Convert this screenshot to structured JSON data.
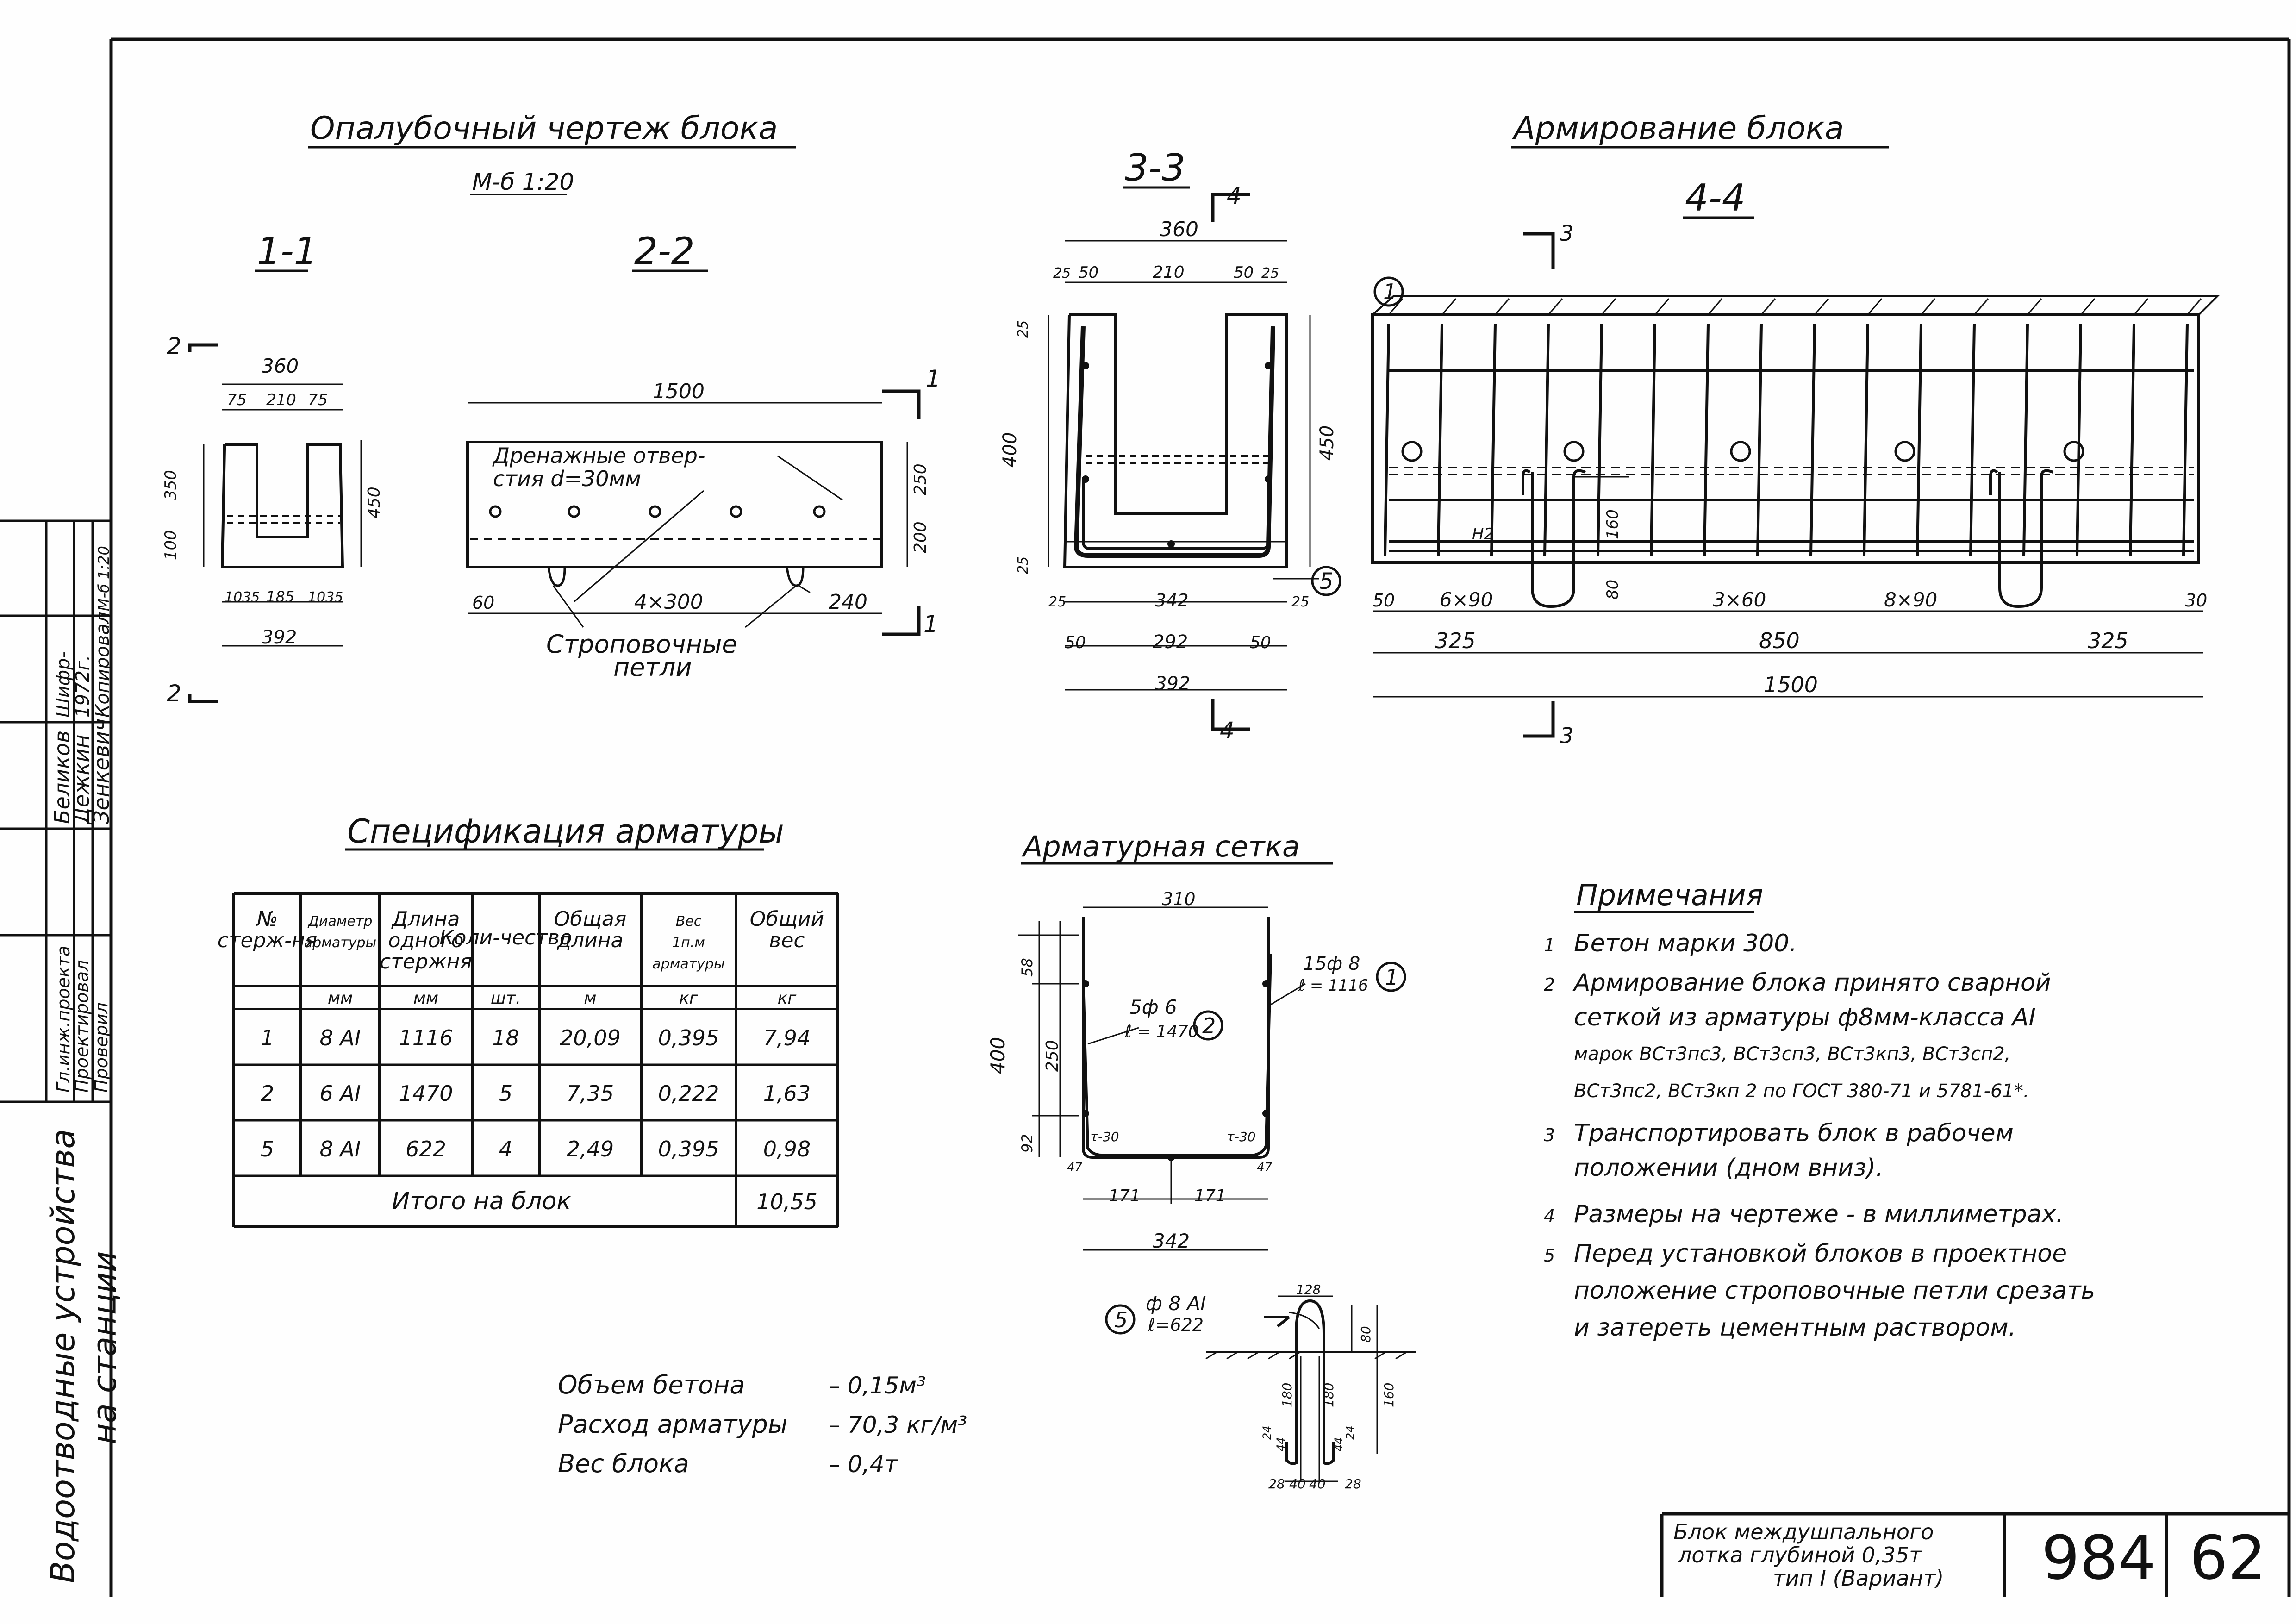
{
  "formwork": {
    "title": "Опалубочный чертеж блока",
    "scale": "М-б 1:20",
    "sec11": "1-1",
    "sec22": "2-2",
    "cut1": "1",
    "cut2": "2",
    "drain_note_1": "Дренажные отвер-",
    "drain_note_2": "стия  d=30мм",
    "loops_1": "Строповочные",
    "loops_2": "петли",
    "s11_dims": [
      "360",
      "75",
      "210",
      "75",
      "350",
      "100",
      "450",
      "1035",
      "185",
      "1035",
      "392"
    ],
    "s22_dims": [
      "1500",
      "250",
      "200",
      "60",
      "4×300",
      "240"
    ]
  },
  "reinforcement": {
    "title": "Армирование блока",
    "sec33": "3-3",
    "sec44": "4-4",
    "cut3": "3",
    "cut4": "4",
    "s33_dims": [
      "360",
      "25",
      "50",
      "210",
      "50",
      "25",
      "25",
      "400",
      "25",
      "450",
      "25",
      "342",
      "25",
      "50",
      "292",
      "50",
      "392"
    ],
    "s44_dims": [
      "50",
      "6×90",
      "3×60",
      "8×90",
      "30",
      "325",
      "850",
      "325",
      "1500",
      "160",
      "80",
      "Н2"
    ],
    "marker_1": "1",
    "marker_5": "5"
  },
  "mesh": {
    "title": "Арматурная сетка",
    "dims": [
      "310",
      "58",
      "250",
      "400",
      "92",
      "171",
      "171",
      "342",
      "τ-30",
      "τ-30",
      "47",
      "47"
    ],
    "bar1": "15ф 8",
    "bar1_len": "ℓ = 1116",
    "bar2": "5ф 6",
    "bar2_len": "ℓ = 1470",
    "m1": "1",
    "m2": "2",
    "loop_label": "ф 8 АI",
    "loop_len": "ℓ=622",
    "m5": "5",
    "loop_dims": [
      "128",
      "80",
      "160",
      "180",
      "180",
      "24",
      "44",
      "44",
      "24",
      "28",
      "40",
      "40",
      "28"
    ]
  },
  "spec": {
    "title": "Спецификация арматуры",
    "headers": [
      "№ стерж-ня",
      "Диаметр арматуры",
      "Длина одного стержня",
      "Коли-чество",
      "Общая длина",
      "Вес 1п.м арматуры",
      "Общий вес"
    ],
    "units": [
      "",
      "мм",
      "мм",
      "шт.",
      "м",
      "кг",
      "кг"
    ],
    "rows": [
      [
        "1",
        "8 АI",
        "1116",
        "18",
        "20,09",
        "0,395",
        "7,94"
      ],
      [
        "2",
        "6 АI",
        "1470",
        "5",
        "7,35",
        "0,222",
        "1,63"
      ],
      [
        "5",
        "8 АI",
        "622",
        "4",
        "2,49",
        "0,395",
        "0,98"
      ]
    ],
    "total_label": "Итого на блок",
    "total_value": "10,55"
  },
  "summary": [
    {
      "label": "Объем бетона",
      "value": "– 0,15м³"
    },
    {
      "label": "Расход арматуры",
      "value": "– 70,3 кг/м³"
    },
    {
      "label": "Вес блока",
      "value": "– 0,4т"
    }
  ],
  "notes": {
    "title": "Примечания",
    "items": [
      [
        "1",
        "Бетон марки 300."
      ],
      [
        "2",
        "Армирование блока принято сварной"
      ],
      [
        "",
        "сеткой из арматуры ф8мм-класса АI"
      ],
      [
        "",
        "марок ВСт3пс3, ВСт3сп3, ВСт3кп3, ВСт3сп2,"
      ],
      [
        "",
        "ВСт3пс2, ВСт3кп 2 по ГОСТ 380-71 и 5781-61*."
      ],
      [
        "3",
        "Транспортировать блок в рабочем"
      ],
      [
        "",
        "положении (дном вниз)."
      ],
      [
        "4",
        "Размеры на чертеже - в миллиметрах."
      ],
      [
        "5",
        "Перед установкой блоков в проектное"
      ],
      [
        "",
        "положение строповочные петли срезать"
      ],
      [
        "",
        "и затереть цементным раствором."
      ]
    ]
  },
  "stamp": {
    "title_1": "Блок междушпального",
    "title_2": "лотка глубиной 0,35т",
    "title_3": "тип I (Вариант)",
    "number": "984",
    "sheet": "62"
  },
  "sidebar": {
    "project_1": "Водоотводные устройства",
    "project_2": "на станции",
    "roles": [
      "Гл.инж.проекта",
      "Проектировал",
      "Проверил"
    ],
    "names": [
      "Беликов",
      "Дежкин",
      "Зенкевич"
    ],
    "extra": [
      "Шифр-",
      "1972г.",
      "Копировал",
      "М-б 1:20"
    ]
  }
}
